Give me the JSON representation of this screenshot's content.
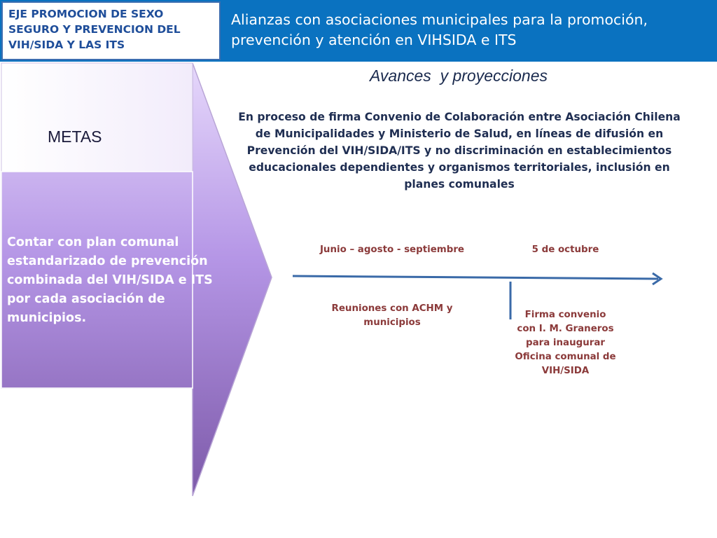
{
  "header": {
    "axis_label": "EJE PROMOCION DE SEXO SEGURO Y PREVENCION DEL VIH/SIDA Y LAS ITS",
    "title": "Alianzas con asociaciones municipales para la promoción, prevención y atención en  VIHSIDA e ITS"
  },
  "left_panel": {
    "metas_label": "METAS",
    "goal_text": "Contar con plan comunal estandarizado de prevención combinada del VIH/SIDA e ITS por  cada asociación de municipios."
  },
  "main": {
    "title": "Avances  y proyecciones",
    "description": "En proceso de firma Convenio de Colaboración entre Asociación Chilena de Municipalidades y Ministerio de Salud, en líneas de difusión en Prevención del VIH/SIDA/ITS y no discriminación en establecimientos educacionales dependientes y organismos territoriales, inclusión en planes comunales"
  },
  "timeline": {
    "period_1": "Junio – agosto - septiembre",
    "period_2": "5 de octubre",
    "item_1": "Reuniones con ACHM y  municipios",
    "item_2": "Firma convenio con I. M. Graneros para inaugurar Oficina comunal de VIH/SIDA"
  },
  "colors": {
    "header_blue": "#0a72c0",
    "arrow_purple": "#8a68c0",
    "timeline_text": "#8b3a3a",
    "timeline_line": "#3a6aa8"
  }
}
